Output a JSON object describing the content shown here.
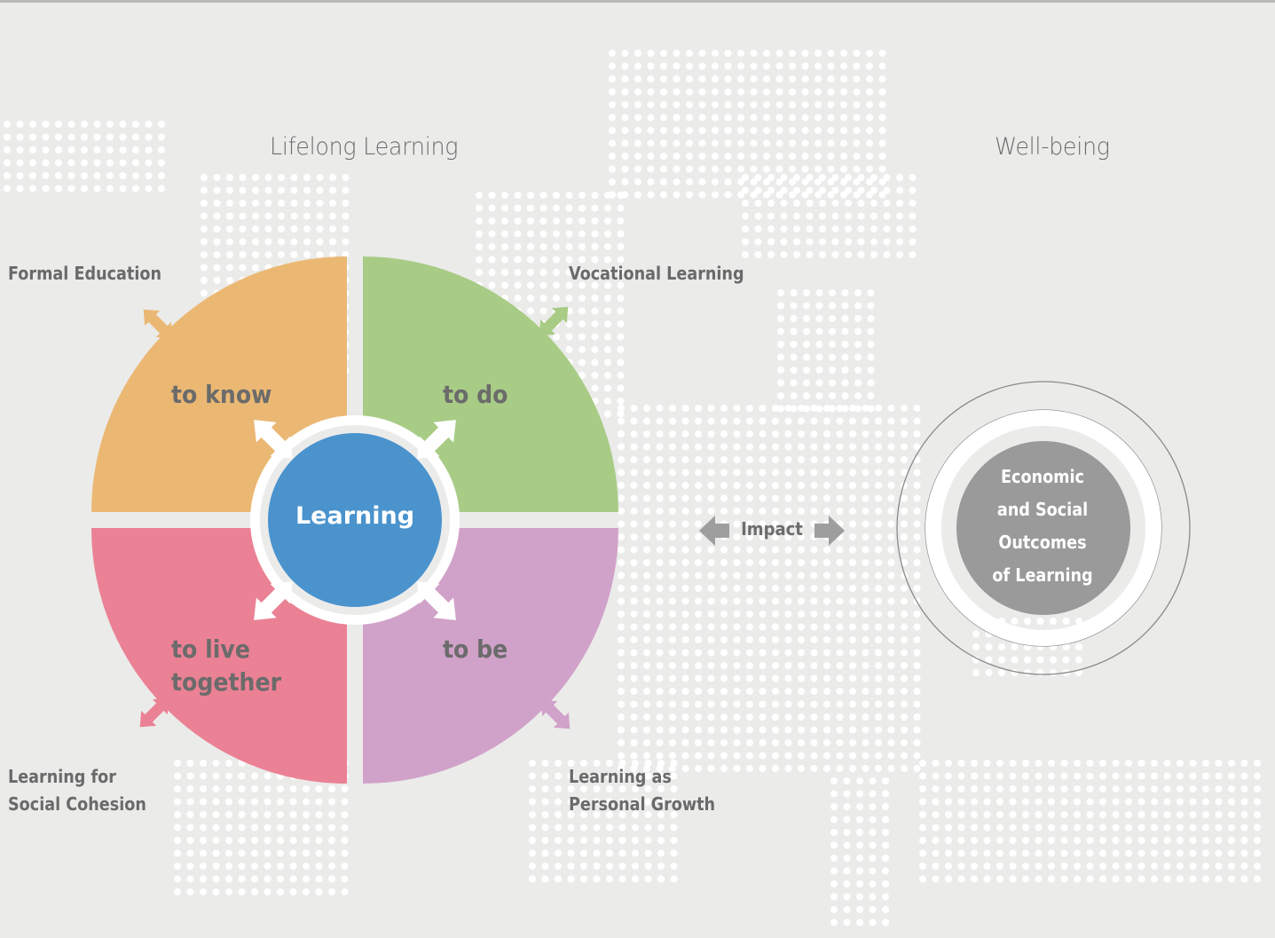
{
  "headings": {
    "lifelong_learning": "Lifelong Learning",
    "well_being": "Well-being"
  },
  "corner_labels": {
    "formal_education": "Formal Education",
    "vocational_learning": "Vocational Learning",
    "social_cohesion": [
      "Learning for",
      "Social Cohesion"
    ],
    "personal_growth": [
      "Learning as",
      "Personal Growth"
    ]
  },
  "quadrants": {
    "to_know": {
      "label": "to know",
      "color": "#ebb874"
    },
    "to_do": {
      "label": "to do",
      "color": "#a8cc86"
    },
    "to_live_together": {
      "label": [
        "to live",
        "together"
      ],
      "color": "#eb8194"
    },
    "to_be": {
      "label": "to be",
      "color": "#d1a2c9"
    }
  },
  "center": {
    "label": "Learning",
    "color": "#4a93cd"
  },
  "impact": {
    "label": "Impact",
    "arrow_color": "#9e9e9e"
  },
  "outcome": {
    "lines": [
      "Economic",
      "and Social",
      "Outcomes",
      "of Learning"
    ],
    "color": "#9a9a9a"
  },
  "colors": {
    "background": "#ebebea",
    "dots": "#ffffff",
    "text": "#6b6b6b"
  }
}
